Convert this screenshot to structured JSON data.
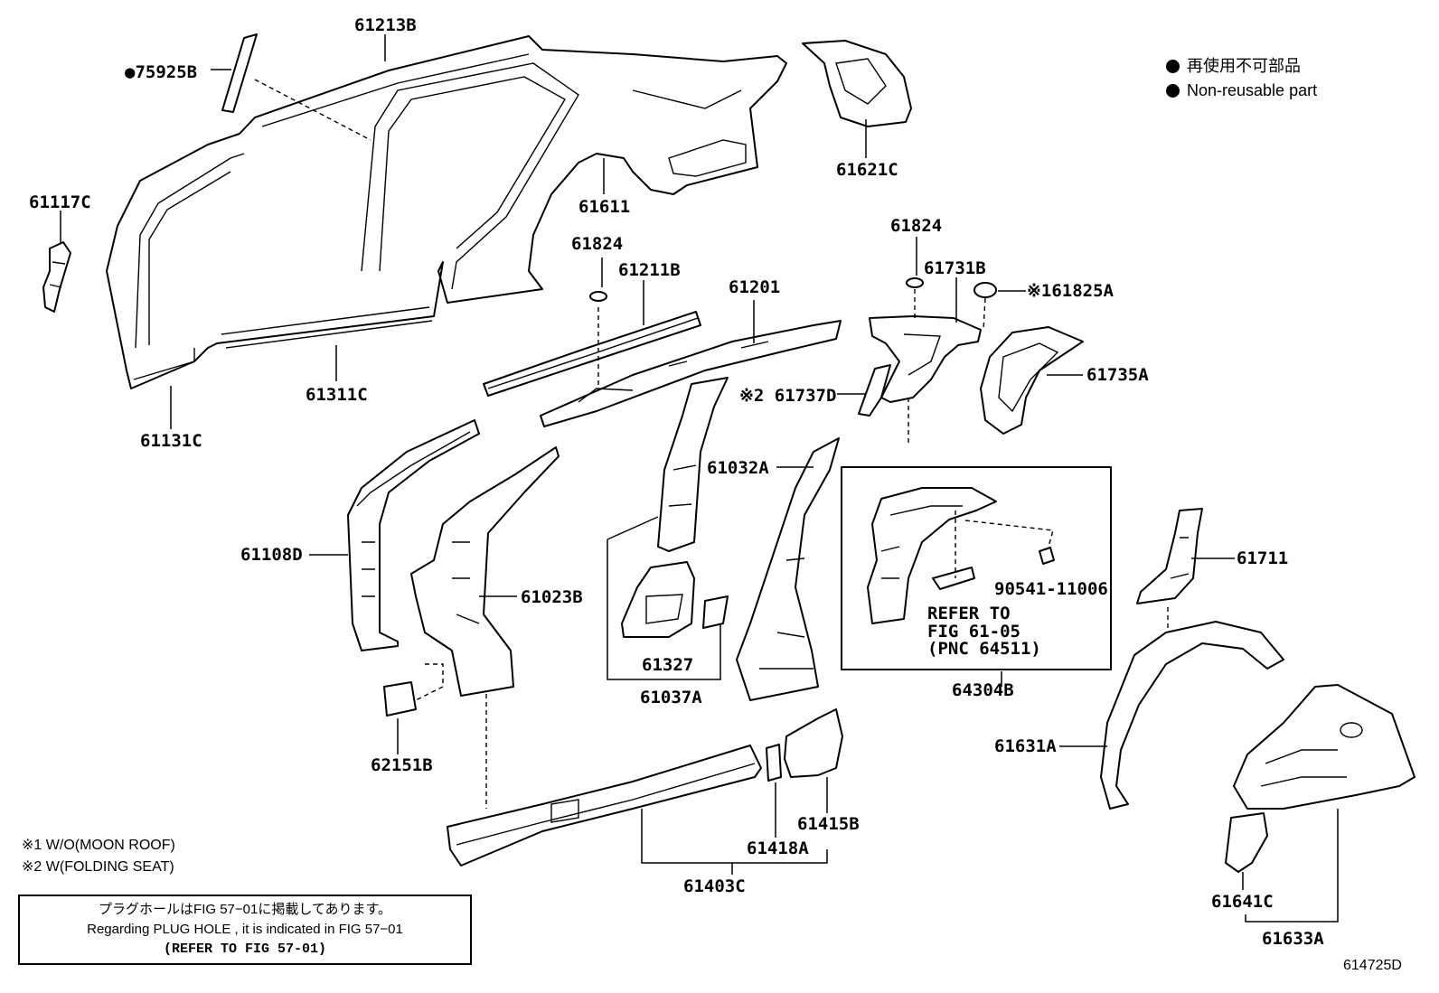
{
  "figure_code": "614725D",
  "legend": {
    "items": [
      {
        "symbol": "●",
        "text": "再使用不可部品"
      },
      {
        "symbol": "●",
        "text": "Non-reusable part"
      }
    ]
  },
  "notes": [
    {
      "mark": "※1",
      "text": "W/O(MOON ROOF)"
    },
    {
      "mark": "※2",
      "text": "W(FOLDING SEAT)"
    }
  ],
  "plug_hole_box": {
    "line_jp": "プラグホールはFIG 57−01に掲載してあります。",
    "line_en": "Regarding PLUG HOLE , it is indicated in FIG 57−01",
    "line_ref": "(REFER TO FIG 57-01)"
  },
  "callout_box": {
    "refer_line1": "REFER TO",
    "refer_line2": "FIG 61-05",
    "refer_line3": "(PNC 64511)"
  },
  "part_numbers": {
    "p75925B": "●75925B",
    "p61213B": "61213B",
    "p61117C": "61117C",
    "p61611": "61611",
    "p61621C": "61621C",
    "p61824a": "61824",
    "p61824b": "61824",
    "p61211B": "61211B",
    "p61201": "61201",
    "p61731B": "61731B",
    "p61825A": "※161825A",
    "p61735A": "61735A",
    "p61737D": "※2 61737D",
    "p61311C": "61311C",
    "p61131C": "61131C",
    "p61032A": "61032A",
    "p61108D": "61108D",
    "p61023B": "61023B",
    "p61327": "61327",
    "p61037A": "61037A",
    "p90541": "90541-11006",
    "p64304B": "64304B",
    "p61711": "61711",
    "p62151B": "62151B",
    "p61631A": "61631A",
    "p61415B": "61415B",
    "p61418A": "61418A",
    "p61403C": "61403C",
    "p61641C": "61641C",
    "p61633A": "61633A"
  }
}
